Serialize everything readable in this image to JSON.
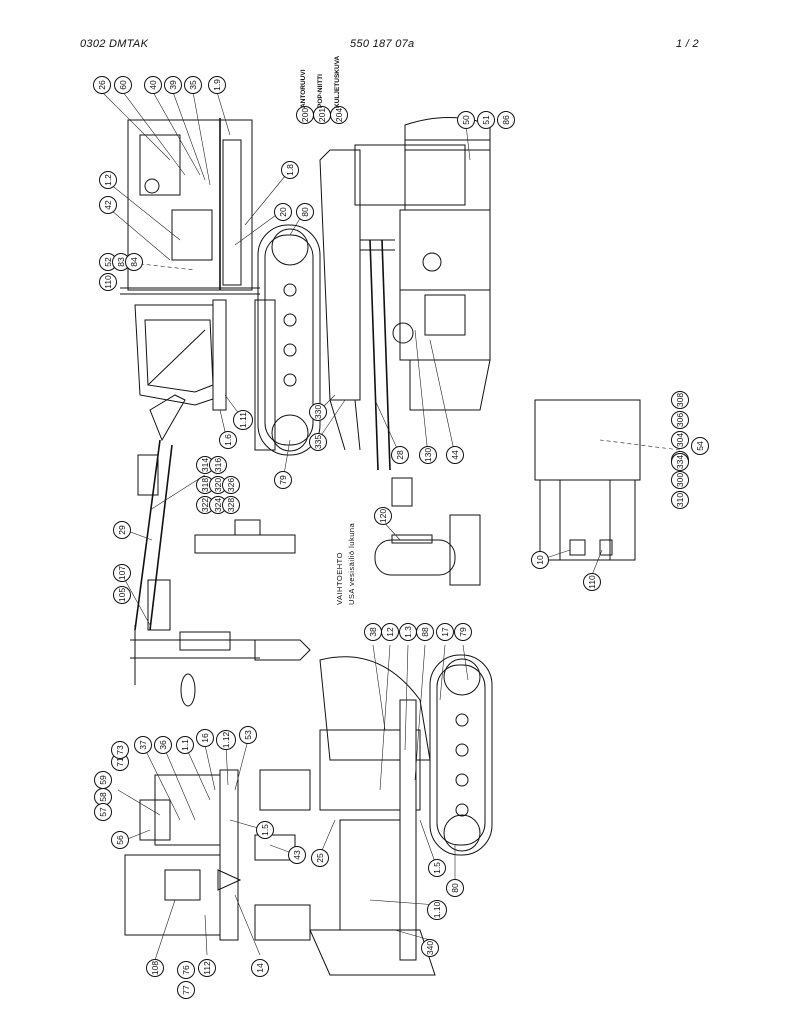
{
  "header": {
    "left": "0302  DMTAK",
    "center": "550 187 07a",
    "right": "1 /   2"
  },
  "notes": {
    "note_200": "ANTORUUVI",
    "note_201": "POP-NIITTI",
    "note_204": "KULJETUSKUVA",
    "alt_title": "VAIHTOEHTO",
    "alt_sub": "USA vesisäiliö lukuna"
  },
  "callouts": [
    {
      "id": "c-26",
      "label": "26"
    },
    {
      "id": "c-60",
      "label": "60"
    },
    {
      "id": "c-40",
      "label": "40"
    },
    {
      "id": "c-39",
      "label": "39"
    },
    {
      "id": "c-35",
      "label": "35"
    },
    {
      "id": "c-19",
      "label": "1.9"
    },
    {
      "id": "c-12a",
      "label": "1.2"
    },
    {
      "id": "c-42",
      "label": "42"
    },
    {
      "id": "c-52",
      "label": "52"
    },
    {
      "id": "c-83",
      "label": "83"
    },
    {
      "id": "c-84",
      "label": "84"
    },
    {
      "id": "c-110a",
      "label": "110"
    },
    {
      "id": "c-18",
      "label": "1.8"
    },
    {
      "id": "c-20",
      "label": "20"
    },
    {
      "id": "c-80a",
      "label": "80"
    },
    {
      "id": "c-111",
      "label": "1.11"
    },
    {
      "id": "c-16a",
      "label": "1.6"
    },
    {
      "id": "c-330",
      "label": "330"
    },
    {
      "id": "c-335",
      "label": "335"
    },
    {
      "id": "c-79a",
      "label": "79"
    },
    {
      "id": "c-28",
      "label": "28"
    },
    {
      "id": "c-130",
      "label": "130"
    },
    {
      "id": "c-44",
      "label": "44"
    },
    {
      "id": "c-50",
      "label": "50"
    },
    {
      "id": "c-51",
      "label": "51"
    },
    {
      "id": "c-86",
      "label": "86"
    },
    {
      "id": "c-200",
      "label": "200"
    },
    {
      "id": "c-201",
      "label": "201"
    },
    {
      "id": "c-204",
      "label": "204"
    },
    {
      "id": "c-314",
      "label": "314"
    },
    {
      "id": "c-316",
      "label": "316"
    },
    {
      "id": "c-318",
      "label": "318"
    },
    {
      "id": "c-320",
      "label": "320"
    },
    {
      "id": "c-322",
      "label": "322"
    },
    {
      "id": "c-324",
      "label": "324"
    },
    {
      "id": "c-326",
      "label": "326"
    },
    {
      "id": "c-328",
      "label": "328"
    },
    {
      "id": "c-29a",
      "label": "29"
    },
    {
      "id": "c-105",
      "label": "105"
    },
    {
      "id": "c-107",
      "label": "107"
    },
    {
      "id": "c-120",
      "label": "120"
    },
    {
      "id": "c-300",
      "label": "300"
    },
    {
      "id": "c-302",
      "label": "302"
    },
    {
      "id": "c-304",
      "label": "304"
    },
    {
      "id": "c-306",
      "label": "306"
    },
    {
      "id": "c-308",
      "label": "308"
    },
    {
      "id": "c-310",
      "label": "310"
    },
    {
      "id": "c-334",
      "label": "334"
    },
    {
      "id": "c-54",
      "label": "54"
    },
    {
      "id": "c-10",
      "label": "10"
    },
    {
      "id": "c-110b",
      "label": "110"
    },
    {
      "id": "c-37",
      "label": "37"
    },
    {
      "id": "c-36",
      "label": "36"
    },
    {
      "id": "c-11",
      "label": "1.1"
    },
    {
      "id": "c-16b",
      "label": "16"
    },
    {
      "id": "c-112a",
      "label": "1.12"
    },
    {
      "id": "c-53",
      "label": "53"
    },
    {
      "id": "c-71",
      "label": "71"
    },
    {
      "id": "c-73",
      "label": "73"
    },
    {
      "id": "c-59",
      "label": "59"
    },
    {
      "id": "c-58",
      "label": "58"
    },
    {
      "id": "c-57",
      "label": "57"
    },
    {
      "id": "c-56",
      "label": "56"
    },
    {
      "id": "c-15a",
      "label": "1.5"
    },
    {
      "id": "c-43",
      "label": "43"
    },
    {
      "id": "c-25",
      "label": "25"
    },
    {
      "id": "c-108",
      "label": "108"
    },
    {
      "id": "c-77",
      "label": "77"
    },
    {
      "id": "c-76",
      "label": "76"
    },
    {
      "id": "c-112b",
      "label": "112"
    },
    {
      "id": "c-14",
      "label": "14"
    },
    {
      "id": "c-38",
      "label": "38"
    },
    {
      "id": "c-12b",
      "label": "12"
    },
    {
      "id": "c-13",
      "label": "1.3"
    },
    {
      "id": "c-88",
      "label": "88"
    },
    {
      "id": "c-17",
      "label": "17"
    },
    {
      "id": "c-79b",
      "label": "79"
    },
    {
      "id": "c-15b",
      "label": "1.5"
    },
    {
      "id": "c-80b",
      "label": "80"
    },
    {
      "id": "c-110c",
      "label": "1.10"
    },
    {
      "id": "c-340",
      "label": "340"
    }
  ]
}
